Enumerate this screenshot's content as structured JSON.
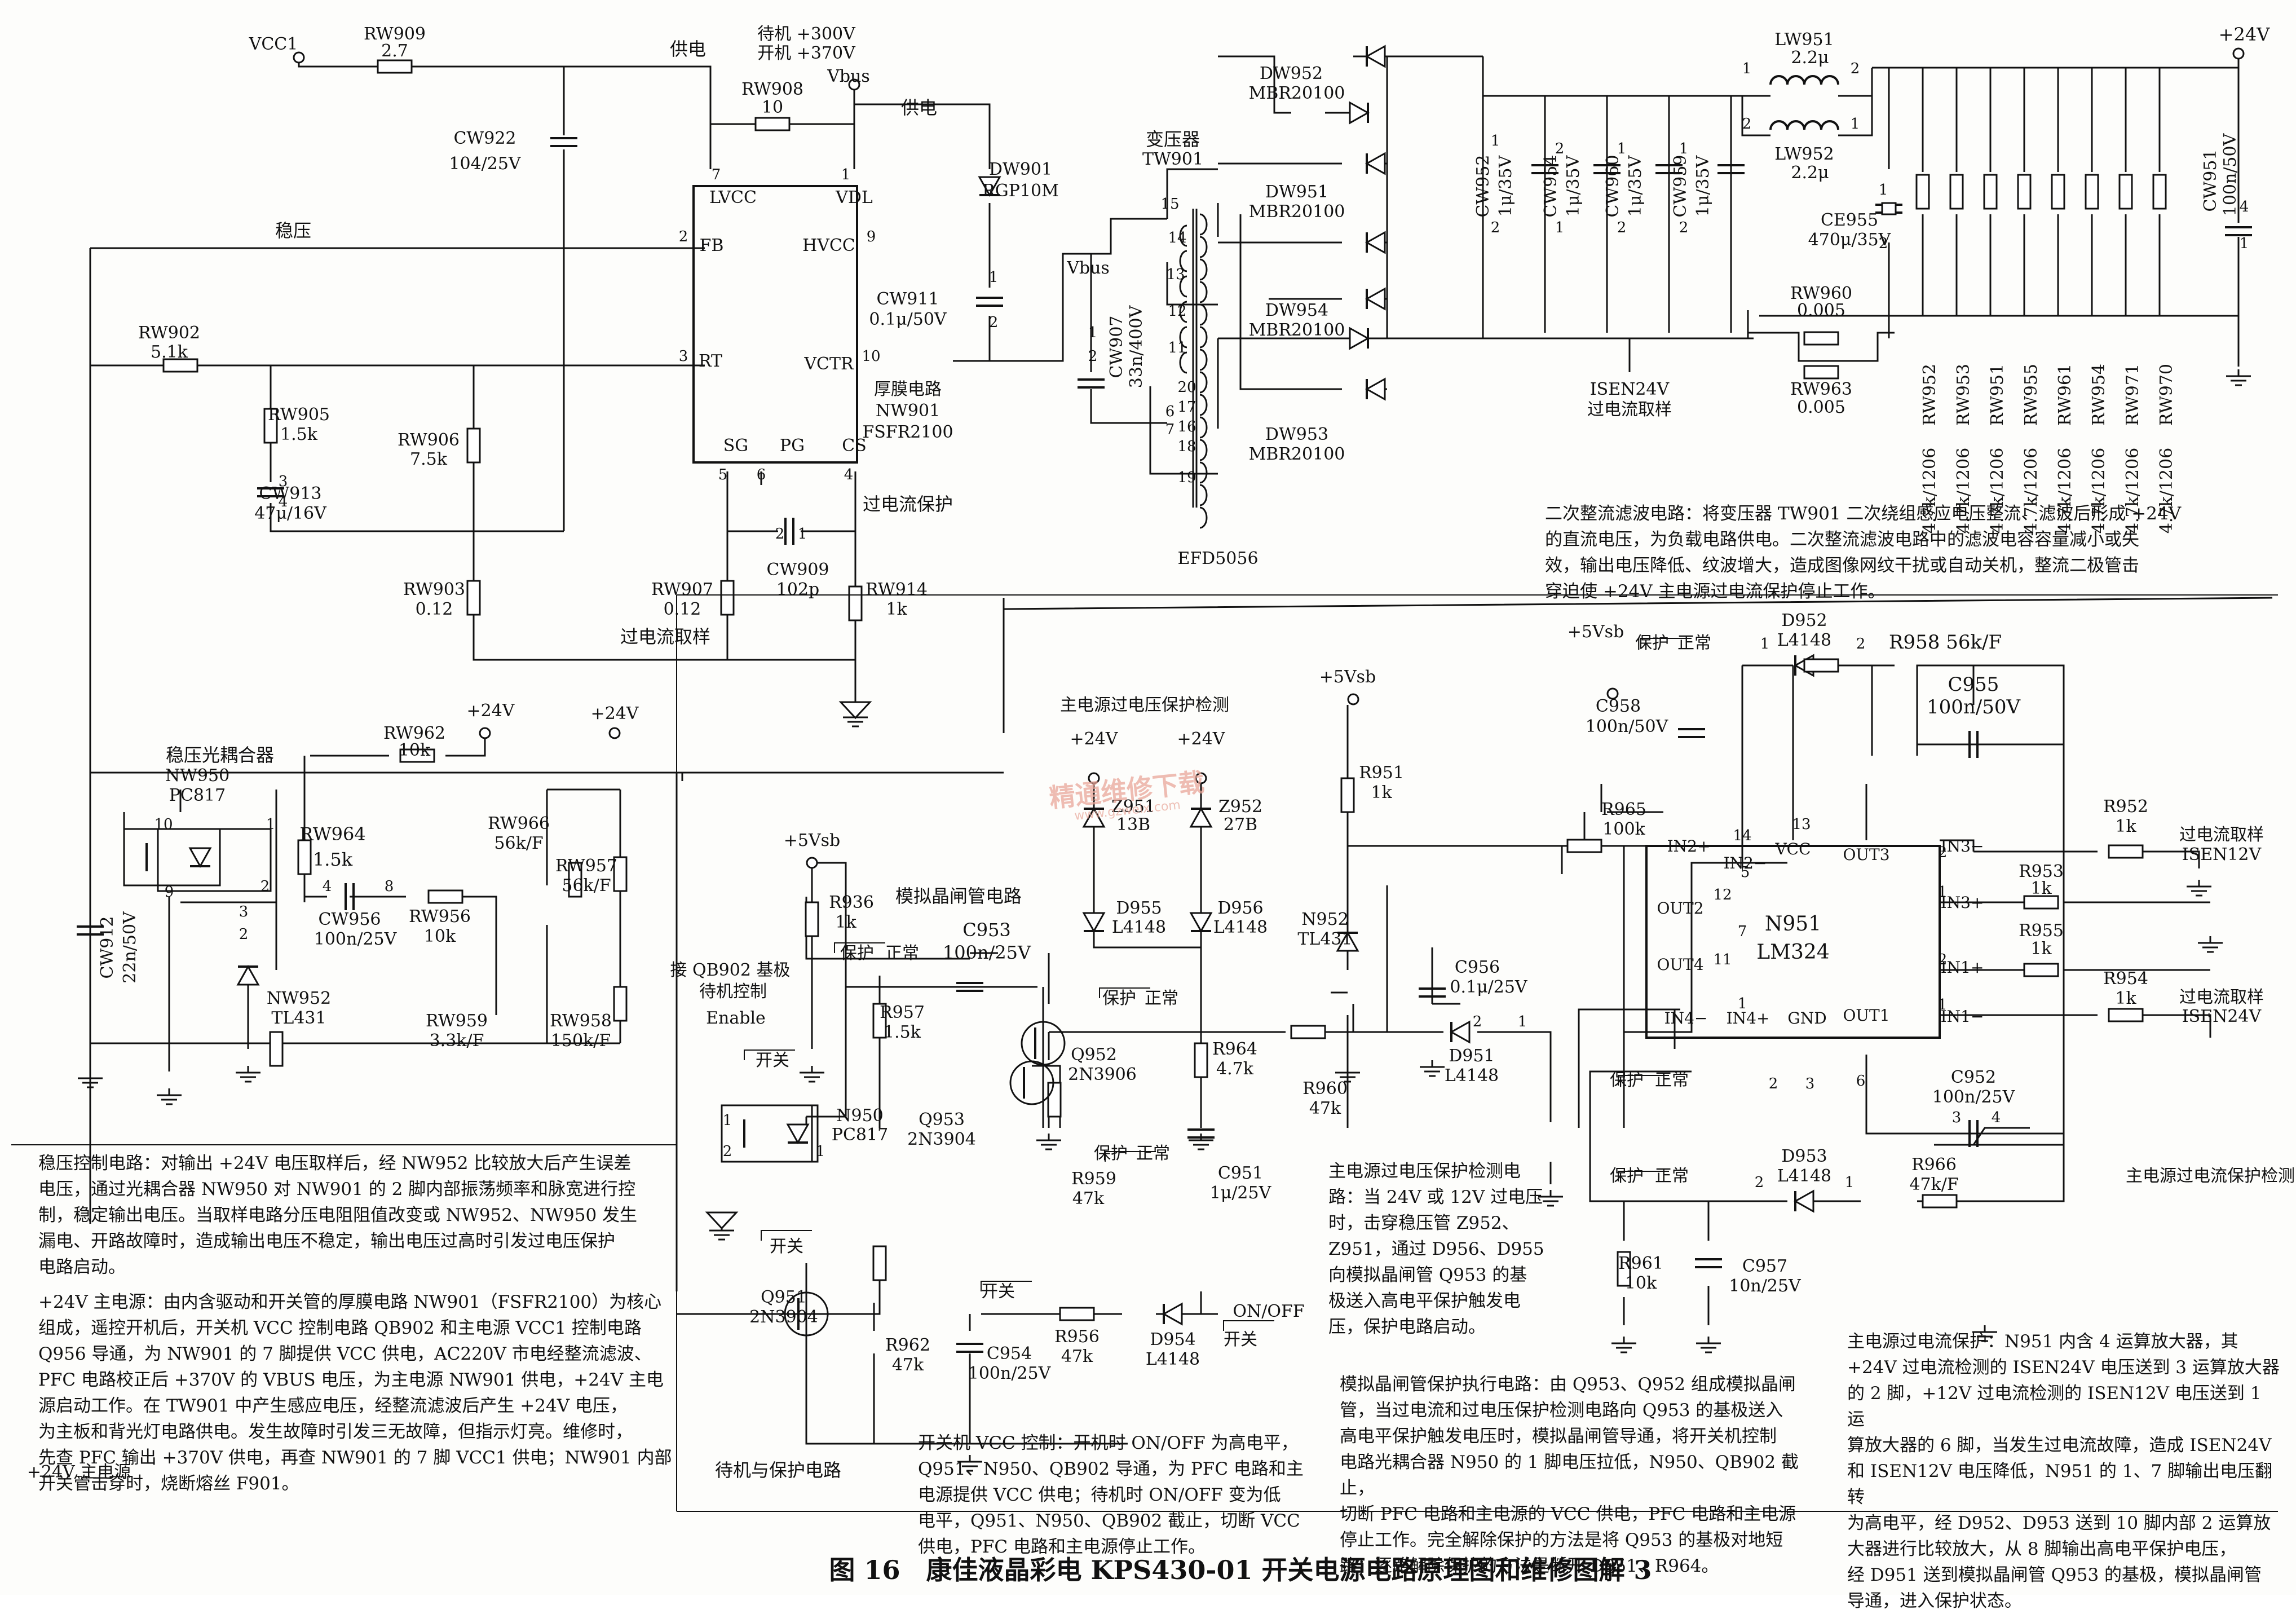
{
  "caption": "图 16　康佳液晶彩电 KPS430-01 开关电源电路原理图和维修图解 3",
  "watermark": "精通维修下载",
  "watermark_url": "www.gzweix.com",
  "labels": [
    {
      "id": "vcc1",
      "text": "VCC1"
    },
    {
      "id": "rw909",
      "text": "RW909"
    },
    {
      "id": "rw909v",
      "text": "2.7"
    },
    {
      "id": "gongdian1",
      "text": "供电"
    },
    {
      "id": "daiji",
      "text": "待机 +300V"
    },
    {
      "id": "kaiji",
      "text": "开机 +370V"
    },
    {
      "id": "vbus1",
      "text": "Vbus"
    },
    {
      "id": "rw908",
      "text": "RW908"
    },
    {
      "id": "rw908v",
      "text": "10"
    },
    {
      "id": "gongdian2",
      "text": "供电"
    },
    {
      "id": "cw922",
      "text": "CW922"
    },
    {
      "id": "cw922v",
      "text": "104/25V"
    },
    {
      "id": "wenya",
      "text": "稳压"
    },
    {
      "id": "lvcc",
      "text": "LVCC"
    },
    {
      "id": "vdl",
      "text": "VDL"
    },
    {
      "id": "fb",
      "text": "FB"
    },
    {
      "id": "hvcc",
      "text": "HVCC"
    },
    {
      "id": "rt",
      "text": "RT"
    },
    {
      "id": "vctr",
      "text": "VCTR"
    },
    {
      "id": "sg",
      "text": "SG"
    },
    {
      "id": "pg",
      "text": "PG"
    },
    {
      "id": "cs",
      "text": "CS"
    },
    {
      "id": "houmo",
      "text": "厚膜电路"
    },
    {
      "id": "nw901",
      "text": "NW901"
    },
    {
      "id": "fsfr",
      "text": "FSFR2100"
    },
    {
      "id": "dw901",
      "text": "DW901"
    },
    {
      "id": "rgp10m",
      "text": "RGP10M"
    },
    {
      "id": "cw911",
      "text": "CW911"
    },
    {
      "id": "cw911v",
      "text": "0.1μ/50V"
    },
    {
      "id": "rw902",
      "text": "RW902"
    },
    {
      "id": "rw902v",
      "text": "5.1k"
    },
    {
      "id": "rw905",
      "text": "RW905"
    },
    {
      "id": "rw905v",
      "text": "1.5k"
    },
    {
      "id": "cw913",
      "text": "CW913"
    },
    {
      "id": "cw913v",
      "text": "47μ/16V"
    },
    {
      "id": "rw906",
      "text": "RW906"
    },
    {
      "id": "rw906v",
      "text": "7.5k"
    },
    {
      "id": "rw903",
      "text": "RW903"
    },
    {
      "id": "rw903v",
      "text": "0.12"
    },
    {
      "id": "rw907",
      "text": "RW907"
    },
    {
      "id": "rw907v",
      "text": "0.12"
    },
    {
      "id": "cw909",
      "text": "CW909"
    },
    {
      "id": "cw909v",
      "text": "102p"
    },
    {
      "id": "rw914",
      "text": "RW914"
    },
    {
      "id": "rw914v",
      "text": "1k"
    },
    {
      "id": "guoliubh",
      "text": "过电流保护"
    },
    {
      "id": "guoliucy",
      "text": "过电流取样"
    },
    {
      "id": "bianyaqi",
      "text": "变压器"
    },
    {
      "id": "tw901",
      "text": "TW901"
    },
    {
      "id": "vbus2",
      "text": "Vbus"
    },
    {
      "id": "cw907",
      "text": "CW907"
    },
    {
      "id": "cw907v",
      "text": "33n/400V"
    },
    {
      "id": "efd",
      "text": "EFD5056"
    },
    {
      "id": "dw952",
      "text": "DW952"
    },
    {
      "id": "mbr1",
      "text": "MBR20100"
    },
    {
      "id": "dw951",
      "text": "DW951"
    },
    {
      "id": "mbr2",
      "text": "MBR20100"
    },
    {
      "id": "dw954",
      "text": "DW954"
    },
    {
      "id": "mbr3",
      "text": "MBR20100"
    },
    {
      "id": "dw953",
      "text": "DW953"
    },
    {
      "id": "mbr4",
      "text": "MBR20100"
    },
    {
      "id": "cw952",
      "text": "CW952"
    },
    {
      "id": "cw952v",
      "text": "1μ/35V"
    },
    {
      "id": "cw954",
      "text": "CW954"
    },
    {
      "id": "cw954v",
      "text": "1μ/35V"
    },
    {
      "id": "cw960",
      "text": "CW960"
    },
    {
      "id": "cw960v",
      "text": "1μ/35V"
    },
    {
      "id": "cw959",
      "text": "CW959"
    },
    {
      "id": "cw959v",
      "text": "1μ/35V"
    },
    {
      "id": "lw951",
      "text": "LW951"
    },
    {
      "id": "lw951v",
      "text": "2.2μ"
    },
    {
      "id": "lw952",
      "text": "LW952"
    },
    {
      "id": "lw952v",
      "text": "2.2μ"
    },
    {
      "id": "ce955",
      "text": "CE955"
    },
    {
      "id": "ce955v",
      "text": "470μ/35V"
    },
    {
      "id": "rw960",
      "text": "RW960"
    },
    {
      "id": "rw960v",
      "text": "0.005"
    },
    {
      "id": "rw963",
      "text": "RW963"
    },
    {
      "id": "rw963v",
      "text": "0.005"
    },
    {
      "id": "isen24",
      "text": "ISEN24V"
    },
    {
      "id": "guoliucy2",
      "text": "过电流取样"
    },
    {
      "id": "plus24top",
      "text": "+24V"
    },
    {
      "id": "cw951",
      "text": "CW951"
    },
    {
      "id": "cw951v",
      "text": "100n/50V"
    },
    {
      "id": "wy_opto",
      "text": "稳压光耦合器"
    },
    {
      "id": "nw950",
      "text": "NW950"
    },
    {
      "id": "pc817a",
      "text": "PC817"
    },
    {
      "id": "rw962",
      "text": "RW962"
    },
    {
      "id": "rw962v",
      "text": "10k"
    },
    {
      "id": "p24a",
      "text": "+24V"
    },
    {
      "id": "p24b",
      "text": "+24V"
    },
    {
      "id": "rw964",
      "text": "RW964"
    },
    {
      "id": "rw964v",
      "text": "1.5k"
    },
    {
      "id": "cw956",
      "text": "CW956"
    },
    {
      "id": "cw956v",
      "text": "100n/25V"
    },
    {
      "id": "rw956",
      "text": "RW956"
    },
    {
      "id": "rw956v",
      "text": "10k"
    },
    {
      "id": "rw966",
      "text": "RW966"
    },
    {
      "id": "rw966v",
      "text": "56k/F"
    },
    {
      "id": "rw957",
      "text": "RW957"
    },
    {
      "id": "rw957v",
      "text": "56k/F"
    },
    {
      "id": "cw912",
      "text": "CW912"
    },
    {
      "id": "cw912v",
      "text": "22n/50V"
    },
    {
      "id": "nw952",
      "text": "NW952"
    },
    {
      "id": "tl431a",
      "text": "TL431"
    },
    {
      "id": "rw959",
      "text": "RW959"
    },
    {
      "id": "rw959v",
      "text": "3.3k/F"
    },
    {
      "id": "rw958",
      "text": "RW958"
    },
    {
      "id": "rw958v",
      "text": "150k/F"
    },
    {
      "id": "zdy_title",
      "text": "主电源过电压保护检测"
    },
    {
      "id": "p24c",
      "text": "+24V"
    },
    {
      "id": "p24d",
      "text": "+24V"
    },
    {
      "id": "z951",
      "text": "Z951"
    },
    {
      "id": "z951v",
      "text": "13B"
    },
    {
      "id": "z952",
      "text": "Z952"
    },
    {
      "id": "z952v",
      "text": "27B"
    },
    {
      "id": "d955",
      "text": "D955"
    },
    {
      "id": "d955v",
      "text": "L4148"
    },
    {
      "id": "d956",
      "text": "D956"
    },
    {
      "id": "d956v",
      "text": "L4148"
    },
    {
      "id": "baohu1",
      "text": "保护"
    },
    {
      "id": "zhengchang1",
      "text": "正常"
    },
    {
      "id": "r964",
      "text": "R964"
    },
    {
      "id": "r964v",
      "text": "4.7k"
    },
    {
      "id": "r960",
      "text": "R960"
    },
    {
      "id": "r960v",
      "text": "47k"
    },
    {
      "id": "c951",
      "text": "C951"
    },
    {
      "id": "c951v",
      "text": "1μ/25V"
    },
    {
      "id": "mnjz",
      "text": "模拟晶闸管电路"
    },
    {
      "id": "p5vsb1",
      "text": "+5Vsb"
    },
    {
      "id": "r936",
      "text": "R936"
    },
    {
      "id": "r936v",
      "text": "1k"
    },
    {
      "id": "c953",
      "text": "C953"
    },
    {
      "id": "c953v",
      "text": "100n/25V"
    },
    {
      "id": "baohu2",
      "text": "保护"
    },
    {
      "id": "zhengchang2",
      "text": "正常"
    },
    {
      "id": "r957",
      "text": "R957"
    },
    {
      "id": "r957v",
      "text": "1.5k"
    },
    {
      "id": "q952",
      "text": "Q952"
    },
    {
      "id": "q952v",
      "text": "2N3906"
    },
    {
      "id": "q953",
      "text": "Q953"
    },
    {
      "id": "q953v",
      "text": "2N3904"
    },
    {
      "id": "baohu3",
      "text": "保护"
    },
    {
      "id": "zhengchang3",
      "text": "正常"
    },
    {
      "id": "r959",
      "text": "R959"
    },
    {
      "id": "r959v",
      "text": "47k"
    },
    {
      "id": "qb902",
      "text": "接 QB902 基极"
    },
    {
      "id": "djkz",
      "text": "待机控制"
    },
    {
      "id": "enable",
      "text": "Enable"
    },
    {
      "id": "kaiguan1",
      "text": "开关"
    },
    {
      "id": "n950",
      "text": "N950"
    },
    {
      "id": "pc817b",
      "text": "PC817"
    },
    {
      "id": "kaiguan2",
      "text": "开关"
    },
    {
      "id": "q951",
      "text": "Q951"
    },
    {
      "id": "q951v",
      "text": "2N3904"
    },
    {
      "id": "r962",
      "text": "R962"
    },
    {
      "id": "r962v",
      "text": "47k"
    },
    {
      "id": "kaiguan3",
      "text": "开关"
    },
    {
      "id": "r956",
      "text": "R956"
    },
    {
      "id": "r956v",
      "text": "47k"
    },
    {
      "id": "c954",
      "text": "C954"
    },
    {
      "id": "c954v",
      "text": "100n/25V"
    },
    {
      "id": "d954",
      "text": "D954"
    },
    {
      "id": "d954v",
      "text": "L4148"
    },
    {
      "id": "onoff",
      "text": "ON/OFF"
    },
    {
      "id": "kaiguan4",
      "text": "开关"
    },
    {
      "id": "djbh",
      "text": "待机与保护电路"
    },
    {
      "id": "p5vsb2",
      "text": "+5Vsb"
    },
    {
      "id": "r951",
      "text": "R951"
    },
    {
      "id": "r951v",
      "text": "1k"
    },
    {
      "id": "n952",
      "text": "N952"
    },
    {
      "id": "tl431b",
      "text": "TL431"
    },
    {
      "id": "c956",
      "text": "C956"
    },
    {
      "id": "c956v",
      "text": "0.1μ/25V"
    },
    {
      "id": "p5vsb3",
      "text": "+5Vsb"
    },
    {
      "id": "baohu4",
      "text": "保护"
    },
    {
      "id": "zhengchang4",
      "text": "正常"
    },
    {
      "id": "c958",
      "text": "C958"
    },
    {
      "id": "c958v",
      "text": "100n/50V"
    },
    {
      "id": "d952",
      "text": "D952"
    },
    {
      "id": "d952v",
      "text": "L4148"
    },
    {
      "id": "r958",
      "text": "R958  56k/F"
    },
    {
      "id": "c955",
      "text": "C955"
    },
    {
      "id": "c955v",
      "text": "100n/50V"
    },
    {
      "id": "r965",
      "text": "R965"
    },
    {
      "id": "r965v",
      "text": "100k"
    },
    {
      "id": "in2p",
      "text": "IN2+"
    },
    {
      "id": "in2m",
      "text": "IN2−"
    },
    {
      "id": "vcc",
      "text": "VCC"
    },
    {
      "id": "out3",
      "text": "OUT3"
    },
    {
      "id": "in3m",
      "text": "IN3−"
    },
    {
      "id": "in3p",
      "text": "IN3+"
    },
    {
      "id": "out2",
      "text": "OUT2"
    },
    {
      "id": "n951",
      "text": "N951"
    },
    {
      "id": "lm324",
      "text": "LM324"
    },
    {
      "id": "out4",
      "text": "OUT4"
    },
    {
      "id": "in1p",
      "text": "IN1+"
    },
    {
      "id": "in4m",
      "text": "IN4−"
    },
    {
      "id": "in4p",
      "text": "IN4+"
    },
    {
      "id": "gnd",
      "text": "GND"
    },
    {
      "id": "out1",
      "text": "OUT1"
    },
    {
      "id": "in1m",
      "text": "IN1−"
    },
    {
      "id": "r952",
      "text": "R952"
    },
    {
      "id": "r952v",
      "text": "1k"
    },
    {
      "id": "glcy1",
      "text": "过电流取样"
    },
    {
      "id": "isen12",
      "text": "ISEN12V"
    },
    {
      "id": "r953",
      "text": "R953"
    },
    {
      "id": "r953v",
      "text": "1k"
    },
    {
      "id": "r955",
      "text": "R955"
    },
    {
      "id": "r955v",
      "text": "1k"
    },
    {
      "id": "r954",
      "text": "R954"
    },
    {
      "id": "r954v",
      "text": "1k"
    },
    {
      "id": "glcy2",
      "text": "过电流取样"
    },
    {
      "id": "isen24b",
      "text": "ISEN24V"
    },
    {
      "id": "baohu5",
      "text": "保护"
    },
    {
      "id": "zhengchang5",
      "text": "正常"
    },
    {
      "id": "d951",
      "text": "D951"
    },
    {
      "id": "d951v",
      "text": "L4148"
    },
    {
      "id": "c952",
      "text": "C952"
    },
    {
      "id": "c952v",
      "text": "100n/25V"
    },
    {
      "id": "zdyglbh",
      "text": "主电源过电流保护检测"
    },
    {
      "id": "baohu6",
      "text": "保护"
    },
    {
      "id": "zhengchang6",
      "text": "正常"
    },
    {
      "id": "d953",
      "text": "D953"
    },
    {
      "id": "d953v",
      "text": "L4148"
    },
    {
      "id": "r966",
      "text": "R966"
    },
    {
      "id": "r966v",
      "text": "47k/F"
    },
    {
      "id": "r961",
      "text": "R961"
    },
    {
      "id": "r961v",
      "text": "10k"
    },
    {
      "id": "c957",
      "text": "C957"
    },
    {
      "id": "c957v",
      "text": "10n/25V"
    },
    {
      "id": "p24e",
      "text": "+24V 主电源"
    }
  ],
  "load_resistors": [
    {
      "name": "RW952",
      "value": "4.7k/1206"
    },
    {
      "name": "RW953",
      "value": "4.7k/1206"
    },
    {
      "name": "RW951",
      "value": "4.7k/1206"
    },
    {
      "name": "RW955",
      "value": "4.7k/1206"
    },
    {
      "name": "RW961",
      "value": "4.7k/1206"
    },
    {
      "name": "RW954",
      "value": "4.7k/1206"
    },
    {
      "name": "RW971",
      "value": "4.7k/1206"
    },
    {
      "name": "RW970",
      "value": "4.7k/1206"
    }
  ],
  "pins": [
    "7",
    "1",
    "2",
    "9",
    "3",
    "10",
    "5",
    "6",
    "4",
    "1",
    "2",
    "2",
    "1",
    "3",
    "4",
    "15",
    "14",
    "13",
    "12",
    "11",
    "20",
    "17",
    "16",
    "18",
    "19",
    "6",
    "7",
    "1",
    "2",
    "1",
    "2",
    "2",
    "1",
    "1",
    "2",
    "1",
    "2",
    "1",
    "2",
    "2",
    "1",
    "2",
    "1",
    "4",
    "1",
    "3",
    "2",
    "2",
    "1",
    "10",
    "9",
    "4",
    "8",
    "14",
    "5",
    "13",
    "12",
    "11",
    "7",
    "1",
    "2",
    "3",
    "6",
    "2",
    "1",
    "2",
    "1",
    "2",
    "1",
    "2",
    "1",
    "1",
    "2",
    "3",
    "4",
    "1",
    "2",
    "1"
  ],
  "notes": {
    "secondary": "二次整流滤波电路：将变压器 TW901 二次绕组感应电压整流、滤波后形成 +24V\n的直流电压，为负载电路供电。二次整流滤波电路中的滤波电容容量减小或失\n效，输出电压降低、纹波增大，造成图像网纹干扰或自动关机，整流二极管击\n穿迫使 +24V 主电源过电流保护停止工作。",
    "regulation": "稳压控制电路：对输出 +24V 电压取样后，经 NW952 比较放大后产生误差\n电压，通过光耦合器 NW950 对 NW901 的 2 脚内部振荡频率和脉宽进行控\n制，稳定输出电压。当取样电路分压电阻阻值改变或 NW952、NW950 发生\n漏电、开路故障时，造成输出电压不稳定，输出电压过高时引发过电压保护\n电路启动。",
    "main24": "+24V 主电源：由内含驱动和开关管的厚膜电路 NW901（FSFR2100）为核心\n组成，遥控开机后，开关机 VCC 控制电路 QB902 和主电源 VCC1 控制电路\nQ956 导通，为 NW901 的 7 脚提供 VCC 供电，AC220V 市电经整流滤波、\nPFC 电路校正后 +370V 的 VBUS 电压，为主电源 NW901 供电，+24V 主电\n源启动工作。在 TW901 中产生感应电压，经整流滤波后产生 +24V 电压，\n为主板和背光灯电路供电。发生故障时引发三无故障，但指示灯亮。维修时，\n先查 PFC 输出 +370V 供电，再查 NW901 的 7 脚 VCC1 供电；NW901 内部\n开关管击穿时，烧断熔丝 F901。",
    "ovp": "主电源过电压保护检测电\n路：当 24V 或 12V 过电压\n时，击穿稳压管 Z952、\nZ951，通过 D956、D955\n向模拟晶闸管 Q953 的基\n极送入高电平保护触发电\n压，保护电路启动。",
    "scr": "模拟晶闸管保护执行电路：由 Q953、Q952 组成模拟晶闸\n管，当过电流和过电压保护检测电路向 Q953 的基极送入\n高电平保护触发电压时，模拟晶闸管导通，将开关机控制\n电路光耦合器 N950 的 1 脚电压拉低，N950、QB902 截止，\n切断 PFC 电路和主电源的 VCC 供电，PFC 电路和主电源\n停止工作。完全解除保护的方法是将 Q953 的基极对地短\n路；逐路解除保护的方法是断开 D951、R964。",
    "vcc": "开关机 VCC 控制：开机时 ON/OFF 为高电平，\nQ951、N950、QB902 导通，为 PFC 电路和主\n电源提供 VCC 供电；待机时 ON/OFF 变为低\n电平，Q951、N950、QB902 截止，切断 VCC\n供电，PFC 电路和主电源停止工作。",
    "ocp": "主电源过电流保护：N951 内含 4 运算放大器，其\n+24V 过电流检测的 ISEN24V 电压送到 3 运算放大器\n的 2 脚，+12V 过电流检测的 ISEN12V 电压送到 1 运\n算放大器的 6 脚，当发生过电流故障，造成 ISEN24V\n和 ISEN12V 电压降低，N951 的 1、7 脚输出电压翻转\n为高电平，经 D952、D953 送到 10 脚内部 2 运算放\n大器进行比较放大，从 8 脚输出高电平保护电压，\n经 D951 送到模拟晶闸管 Q953 的基极，模拟晶闸管\n导通，进入保护状态。"
  }
}
